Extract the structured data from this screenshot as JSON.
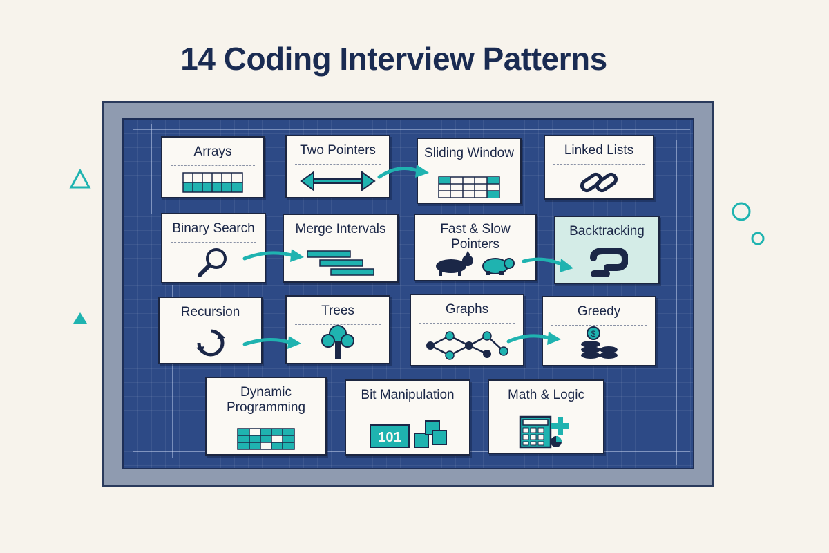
{
  "title": "14 Coding Interview Patterns",
  "colors": {
    "navy": "#1b2747",
    "teal": "#1fb3b0",
    "board": "#2d4a86",
    "card": "#fbf9f4",
    "highlight": "#d4ece7"
  },
  "patterns": [
    {
      "label": "Arrays",
      "icon": "array-grid-icon"
    },
    {
      "label": "Two Pointers",
      "icon": "double-arrow-icon"
    },
    {
      "label": "Sliding Window",
      "icon": "window-grid-icon"
    },
    {
      "label": "Linked Lists",
      "icon": "chain-link-icon"
    },
    {
      "label": "Binary Search",
      "icon": "magnifier-icon"
    },
    {
      "label": "Merge Intervals",
      "icon": "intervals-icon"
    },
    {
      "label": "Fast & Slow Pointers",
      "icon": "hare-tortoise-icon"
    },
    {
      "label": "Backtracking",
      "icon": "backtrack-path-icon"
    },
    {
      "label": "Recursion",
      "icon": "cycle-arrows-icon"
    },
    {
      "label": "Trees",
      "icon": "tree-icon"
    },
    {
      "label": "Graphs",
      "icon": "graph-nodes-icon"
    },
    {
      "label": "Greedy",
      "icon": "coins-icon"
    },
    {
      "label": "Dynamic\nProgramming",
      "icon": "dp-table-icon"
    },
    {
      "label": "Bit Manipulation",
      "icon": "binary-101-icon"
    },
    {
      "label": "Math & Logic",
      "icon": "calculator-icon"
    }
  ],
  "binary_text": "101"
}
